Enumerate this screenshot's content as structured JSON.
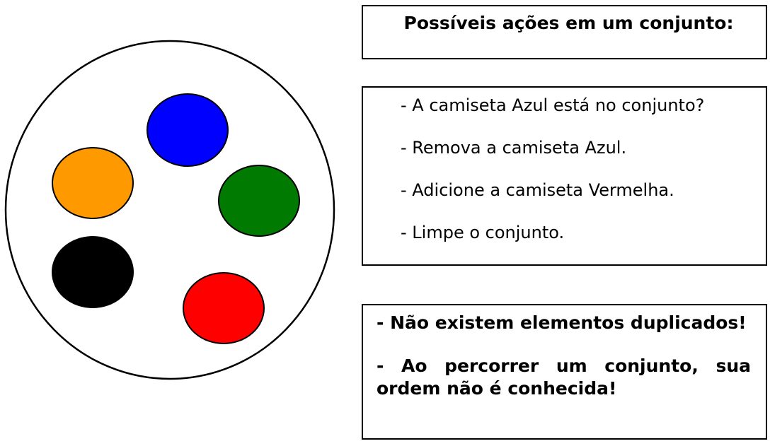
{
  "header": {
    "title": "Possíveis ações em um conjunto:"
  },
  "actions": [
    "- A camiseta Azul está no conjunto?",
    "- Remova a camiseta Azul.",
    "- Adicione a camiseta Vermelha.",
    "- Limpe o conjunto."
  ],
  "notes": [
    "- Não existem elementos duplicados!",
    "- Ao percorrer um conjunto, sua ordem não é conhecida!"
  ],
  "set_elements": [
    {
      "color_name": "blue",
      "color": "#0000ff"
    },
    {
      "color_name": "orange",
      "color": "#ff9900"
    },
    {
      "color_name": "green",
      "color": "#007a00"
    },
    {
      "color_name": "black",
      "color": "#000000"
    },
    {
      "color_name": "red",
      "color": "#ff0000"
    }
  ]
}
